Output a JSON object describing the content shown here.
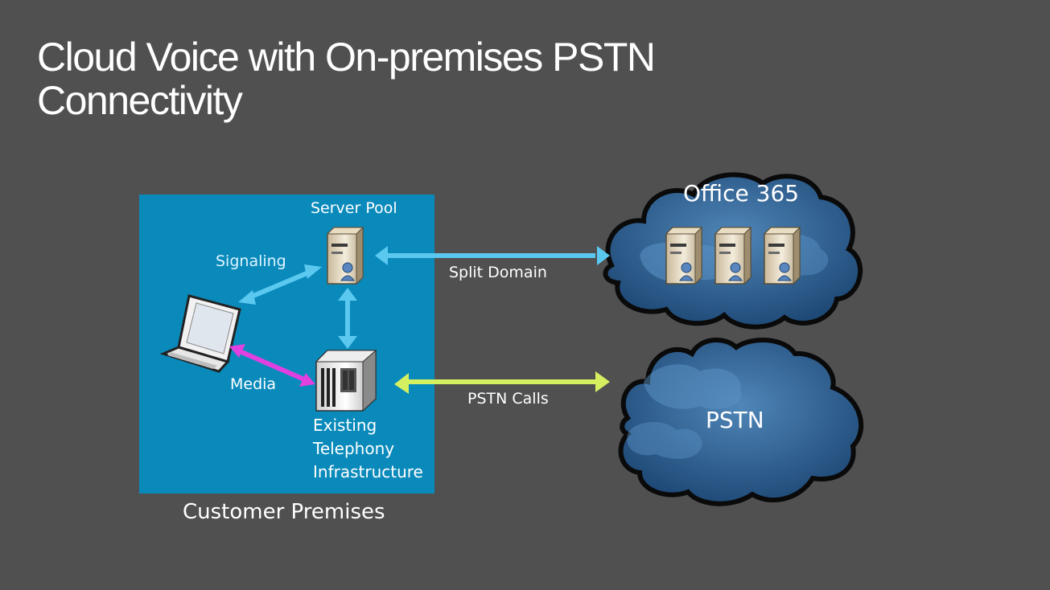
{
  "slide": {
    "title_line1": "Cloud Voice with On-premises PSTN",
    "title_line2": "Connectivity"
  },
  "customer_premises": {
    "label": "Customer Premises",
    "server_pool": "Server Pool",
    "signaling": "Signaling",
    "media": "Media",
    "existing_line1": "Existing",
    "existing_line2": "Telephony",
    "existing_line3": "Infrastructure"
  },
  "links": {
    "split_domain": "Split Domain",
    "pstn_calls": "PSTN Calls"
  },
  "clouds": {
    "office365": "Office 365",
    "pstn": "PSTN"
  },
  "colors": {
    "background": "#505050",
    "premises_box": "#0a8abb",
    "signaling_arrow": "#5bc8f0",
    "media_arrow": "#e040e0",
    "pstn_arrow": "#d4f060",
    "cloud_fill": "#2d5f8f",
    "cloud_outline": "#0a0a0a"
  }
}
